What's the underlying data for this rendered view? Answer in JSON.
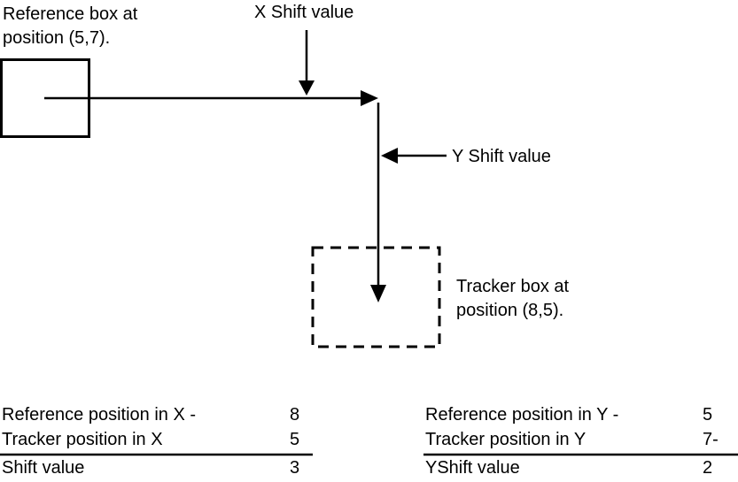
{
  "labels": {
    "reference_box_line1": "Reference box at",
    "reference_box_line2": "position (5,7).",
    "x_shift": "X Shift value",
    "y_shift": "Y Shift value",
    "tracker_box_line1": "Tracker box at",
    "tracker_box_line2": "position (8,5)."
  },
  "x_calc": {
    "row1_label": "Reference position in X -",
    "row1_value": "8",
    "row2_label": "Tracker position in X",
    "row2_value": "5",
    "result_label": "Shift value",
    "result_value": "3"
  },
  "y_calc": {
    "row1_label": "Reference position in Y -",
    "row1_value": "5",
    "row2_label": "Tracker position in Y",
    "row2_value": "7-",
    "result_label": "YShift value",
    "result_value": "2"
  }
}
